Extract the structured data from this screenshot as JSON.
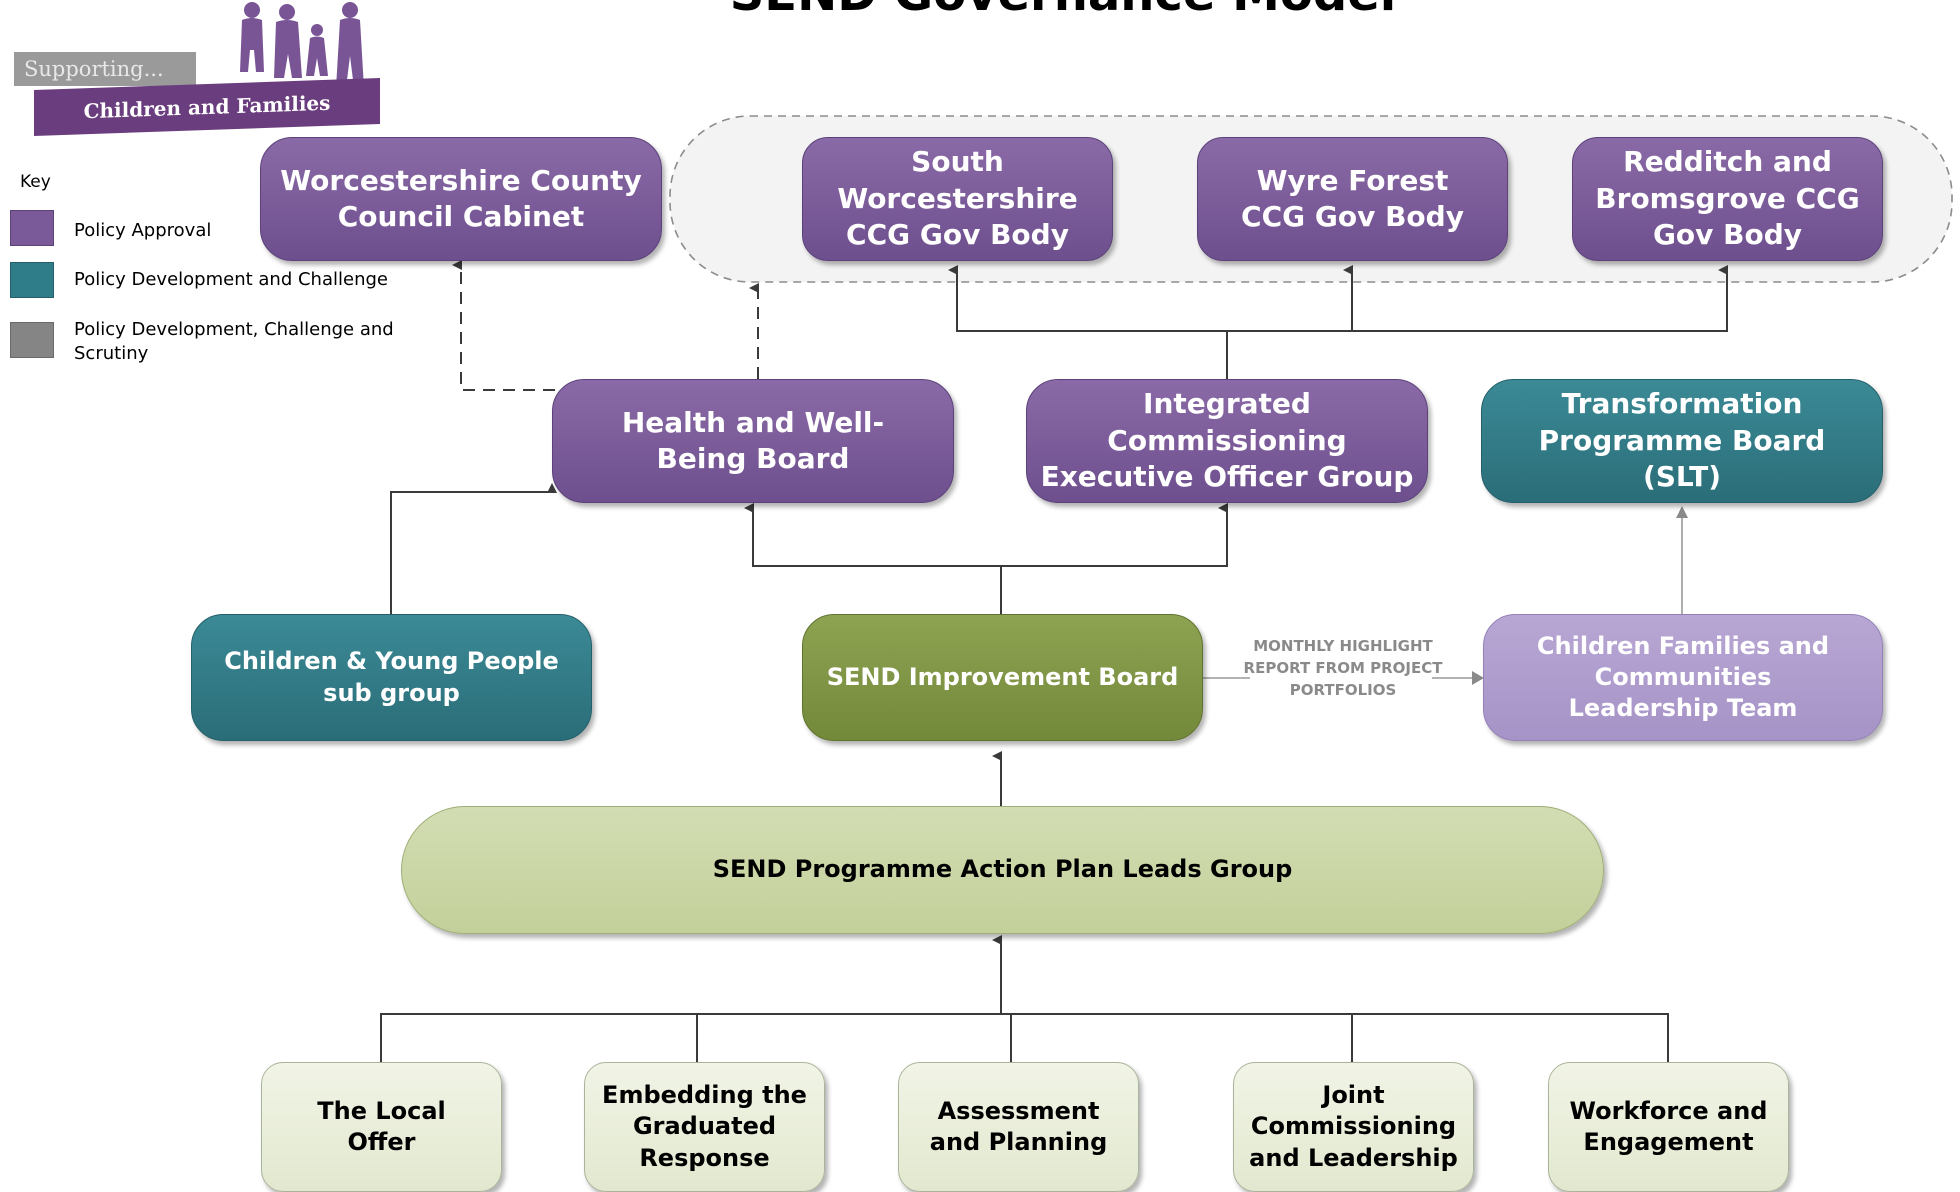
{
  "title": "SEND Governance Model",
  "logo": {
    "supporting": "Supporting...",
    "band": "Children and Families"
  },
  "key": {
    "title": "Key",
    "items": [
      {
        "label": "Policy Approval",
        "color": "#7b5a99"
      },
      {
        "label": "Policy Development and Challenge",
        "color": "#2f7d88"
      },
      {
        "label": "Policy Development, Challenge and Scrutiny",
        "color": "#858585"
      }
    ]
  },
  "nodes": {
    "wcc_cabinet": "Worcestershire County Council Cabinet",
    "south_worcs_ccg": "South Worcestershire CCG Gov Body",
    "wyre_forest_ccg": "Wyre Forest CCG Gov Body",
    "redditch_ccg": "Redditch and Bromsgrove CCG Gov Body",
    "hwb": "Health and Well-Being Board",
    "icg": "Integrated Commissioning Executive Officer Group",
    "tpb": "Transformation Programme Board (SLT)",
    "cyp": "Children & Young People sub group",
    "send_board": "SEND Improvement Board",
    "cfc": "Children Families and Communities Leadership Team",
    "leads_group": "SEND Programme Action Plan Leads Group",
    "local_offer": "The Local Offer",
    "graduated": "Embedding the Graduated Response",
    "assessment": "Assessment and Planning",
    "joint_comm": "Joint Commissioning and Leadership",
    "workforce": "Workforce and Engagement"
  },
  "report_note": "MONTHLY HIGHLIGHT REPORT FROM PROJECT PORTFOLIOS",
  "colors": {
    "policy_approval": "#7b5a99",
    "policy_development": "#2f7d88",
    "send_board": "#7f9443",
    "leads_group": "#ccd7a8",
    "workstream": "#e9eedb",
    "cfc": "#ae9dcd"
  }
}
